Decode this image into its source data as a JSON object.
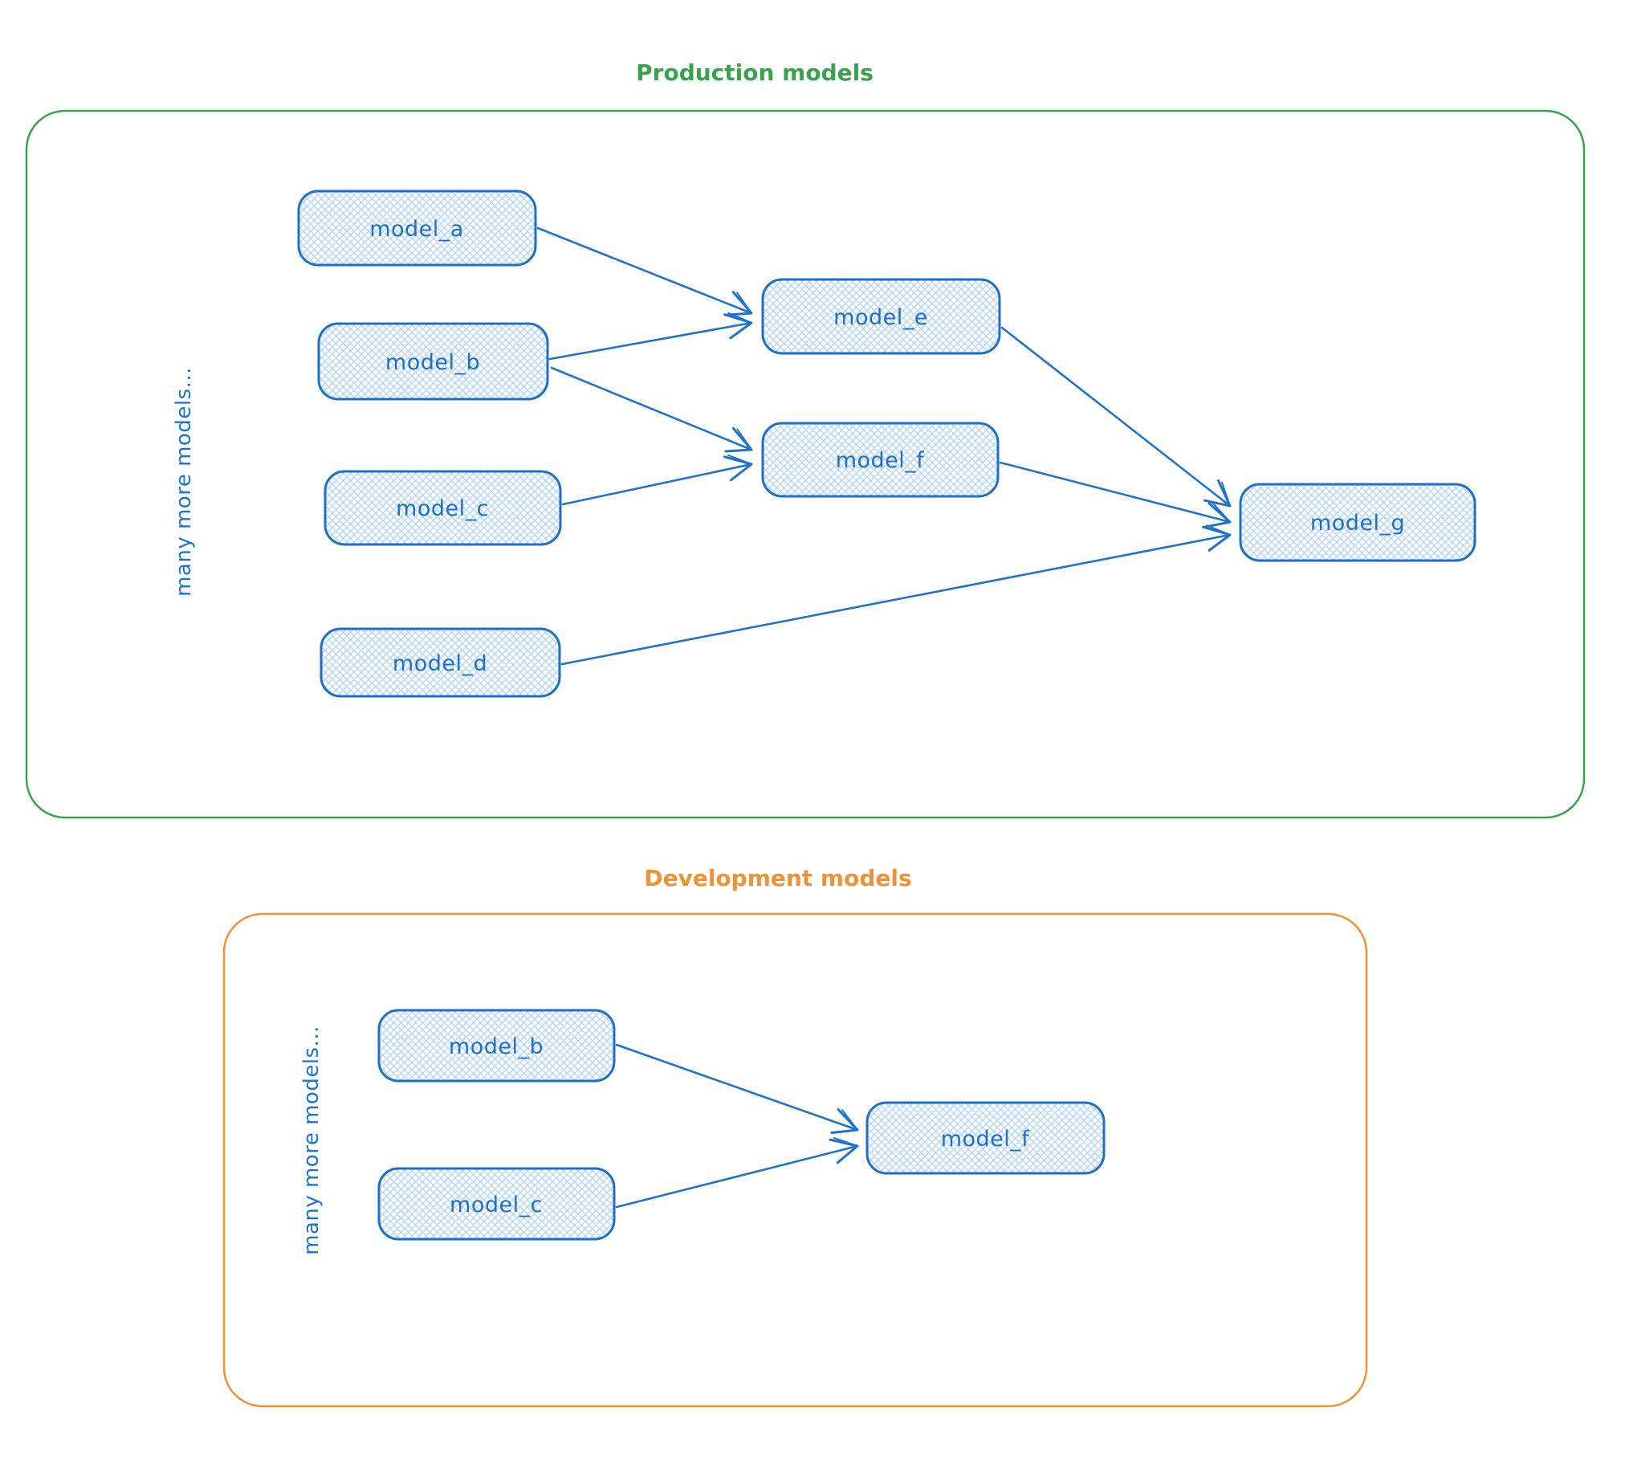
{
  "diagram": {
    "colors": {
      "node_stroke": "#1e6fc5",
      "node_hatch_fill": "#b5d5f2",
      "arrow": "#2273c8",
      "production_accent": "#3ba14e",
      "development_accent": "#eb9335"
    },
    "production": {
      "title": "Production models",
      "side_label": "many more models...",
      "nodes": [
        {
          "id": "model_a",
          "label": "model_a"
        },
        {
          "id": "model_b",
          "label": "model_b"
        },
        {
          "id": "model_c",
          "label": "model_c"
        },
        {
          "id": "model_d",
          "label": "model_d"
        },
        {
          "id": "model_e",
          "label": "model_e"
        },
        {
          "id": "model_f",
          "label": "model_f"
        },
        {
          "id": "model_g",
          "label": "model_g"
        }
      ],
      "edges": [
        {
          "from": "model_a",
          "to": "model_e"
        },
        {
          "from": "model_b",
          "to": "model_e"
        },
        {
          "from": "model_b",
          "to": "model_f"
        },
        {
          "from": "model_c",
          "to": "model_f"
        },
        {
          "from": "model_e",
          "to": "model_g"
        },
        {
          "from": "model_f",
          "to": "model_g"
        },
        {
          "from": "model_d",
          "to": "model_g"
        }
      ]
    },
    "development": {
      "title": "Development models",
      "side_label": "many more models...",
      "nodes": [
        {
          "id": "model_b",
          "label": "model_b"
        },
        {
          "id": "model_c",
          "label": "model_c"
        },
        {
          "id": "model_f",
          "label": "model_f"
        }
      ],
      "edges": [
        {
          "from": "model_b",
          "to": "model_f"
        },
        {
          "from": "model_c",
          "to": "model_f"
        }
      ]
    }
  }
}
